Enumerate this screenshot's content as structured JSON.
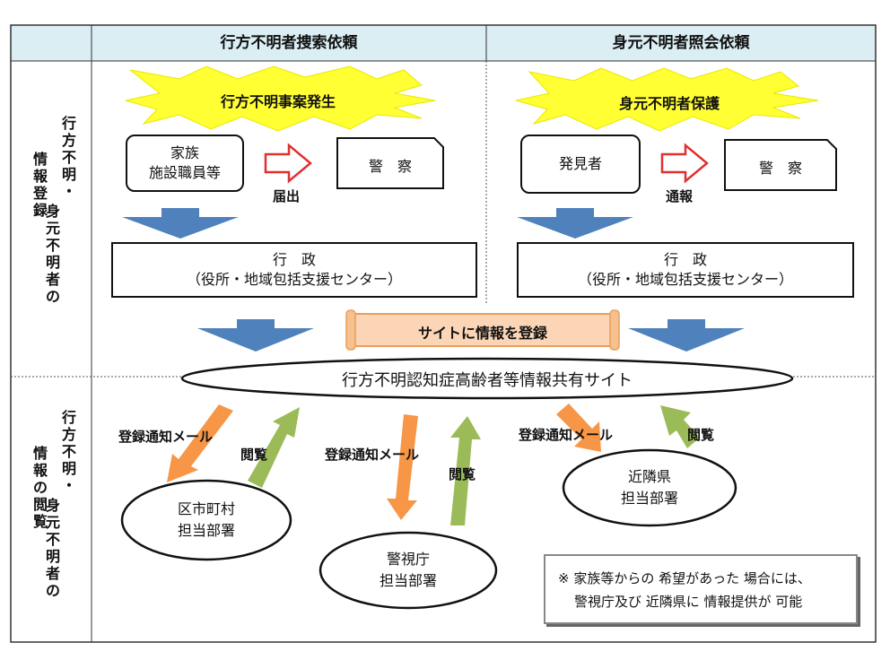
{
  "header": {
    "left": "行方不明者捜索依頼",
    "right": "身元不明者照会依頼"
  },
  "rows": {
    "top_label_cols": [
      "行方不明・",
      "身元不明者の",
      "情報登録"
    ],
    "bottom_label_cols": [
      "行方不明・",
      "身元不明者の",
      "情報の閲覧"
    ]
  },
  "left": {
    "burst": "行方不明事案発生",
    "reporter": [
      "家族",
      "施設職員等"
    ],
    "arrow_label": "届出",
    "police": "警　察",
    "admin": [
      "行　政",
      "（役所・地域包括支援センター）"
    ]
  },
  "right": {
    "burst": "身元不明者保護",
    "reporter": "発見者",
    "arrow_label": "通報",
    "police": "警　察",
    "admin": [
      "行　政",
      "（役所・地域包括支援センター）"
    ]
  },
  "register_scroll": "サイトに情報を登録",
  "site": "行方不明認知症高齢者等情報共有サイト",
  "flows": {
    "mail_label": "登録通知メール",
    "view_label": "閲覧"
  },
  "receivers": {
    "municipal": [
      "区市町村",
      "担当部署"
    ],
    "mpd": [
      "警視庁",
      "担当部署"
    ],
    "neighbor": [
      "近隣県",
      "担当部署"
    ]
  },
  "note": [
    "※ 家族等からの 希望があった 場合には、",
    "警視庁及び 近隣県に 情報提供が 可能"
  ],
  "colors": {
    "header_bg": "#daeef3",
    "burst": "#ffff33",
    "blue_arrow": "#4f81bd",
    "orange_arrow": "#f79646",
    "green_arrow": "#9bbb59",
    "red_arrow": "#e03030",
    "scroll": "#fbd5b5"
  }
}
